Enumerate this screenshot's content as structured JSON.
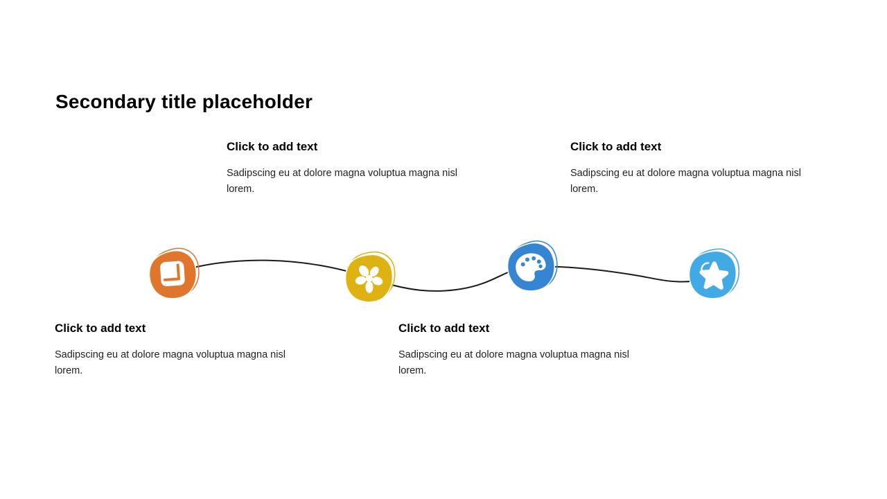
{
  "slide": {
    "title": "Secondary title placeholder"
  },
  "colors": {
    "background": "#ffffff",
    "line": "#1a1a1a",
    "heading_text": "#000000",
    "body_text": "#1f1f1f",
    "glyph": "#ffffff"
  },
  "timeline": {
    "items": [
      {
        "icon": "book-icon",
        "color": "#E0752C",
        "heading": "Click to add text",
        "body": "Sadipscing eu at dolore magna voluptua magna nisl lorem.",
        "text_position": "below"
      },
      {
        "icon": "splat-icon",
        "color": "#DFB214",
        "heading": "Click to add text",
        "body": "Sadipscing eu at dolore magna voluptua magna nisl lorem.",
        "text_position": "above"
      },
      {
        "icon": "palette-icon",
        "color": "#3585D2",
        "heading": "Click to add text",
        "body": "Sadipscing eu at dolore magna voluptua magna nisl lorem.",
        "text_position": "below"
      },
      {
        "icon": "star-icon",
        "color": "#41A9E3",
        "heading": "Click to add text",
        "body": "Sadipscing eu at dolore magna voluptua magna nisl lorem.",
        "text_position": "above"
      }
    ]
  }
}
